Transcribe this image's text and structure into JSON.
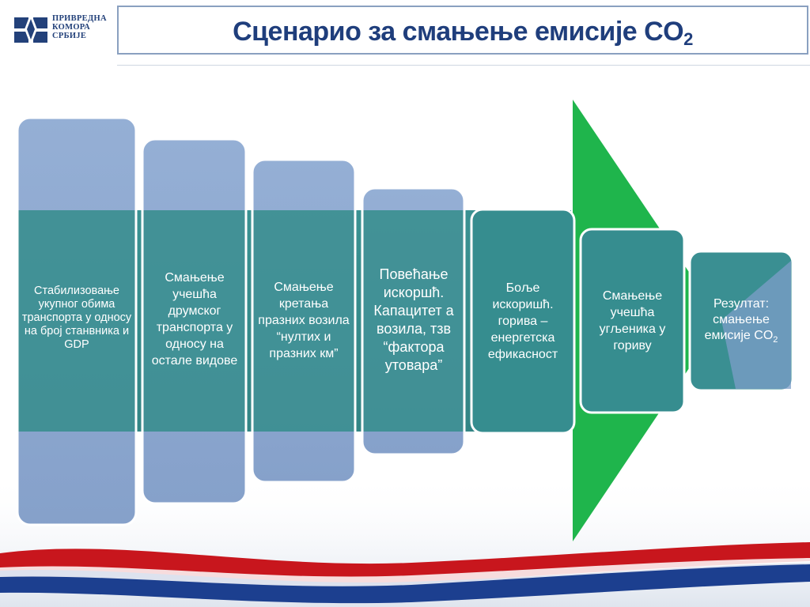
{
  "header": {
    "logo_lines": [
      "ПРИВРЕДНА",
      "КОМОРА",
      "СРБИЈЕ"
    ],
    "title_main": "Сценарио за смањење емисије CO",
    "title_sub": "2"
  },
  "steps": [
    {
      "text": "Стабилизовање укупног обима транспорта у односу на број станвника и GDP"
    },
    {
      "text": "Смањење учешћа друмског транспорта у односу на остале видове"
    },
    {
      "text": "Смањење кретања празних возила “нултих и празних км”"
    },
    {
      "text": "Повећање искоршћ. Капацитет а возила, тзв “фактора утовара”"
    },
    {
      "text": "Боље искоришћ. горива – енергетска ефикасност"
    },
    {
      "text": "Смањење учешћа угљеника у гориву"
    },
    {
      "text": "Резултат: смањење емисије CO",
      "sub": "2"
    }
  ],
  "colors": {
    "title": "#1f3e7c",
    "teal_band": "#3a9090",
    "box_blue": "#7e9dc8",
    "arrow_green": "#1fb54c"
  }
}
